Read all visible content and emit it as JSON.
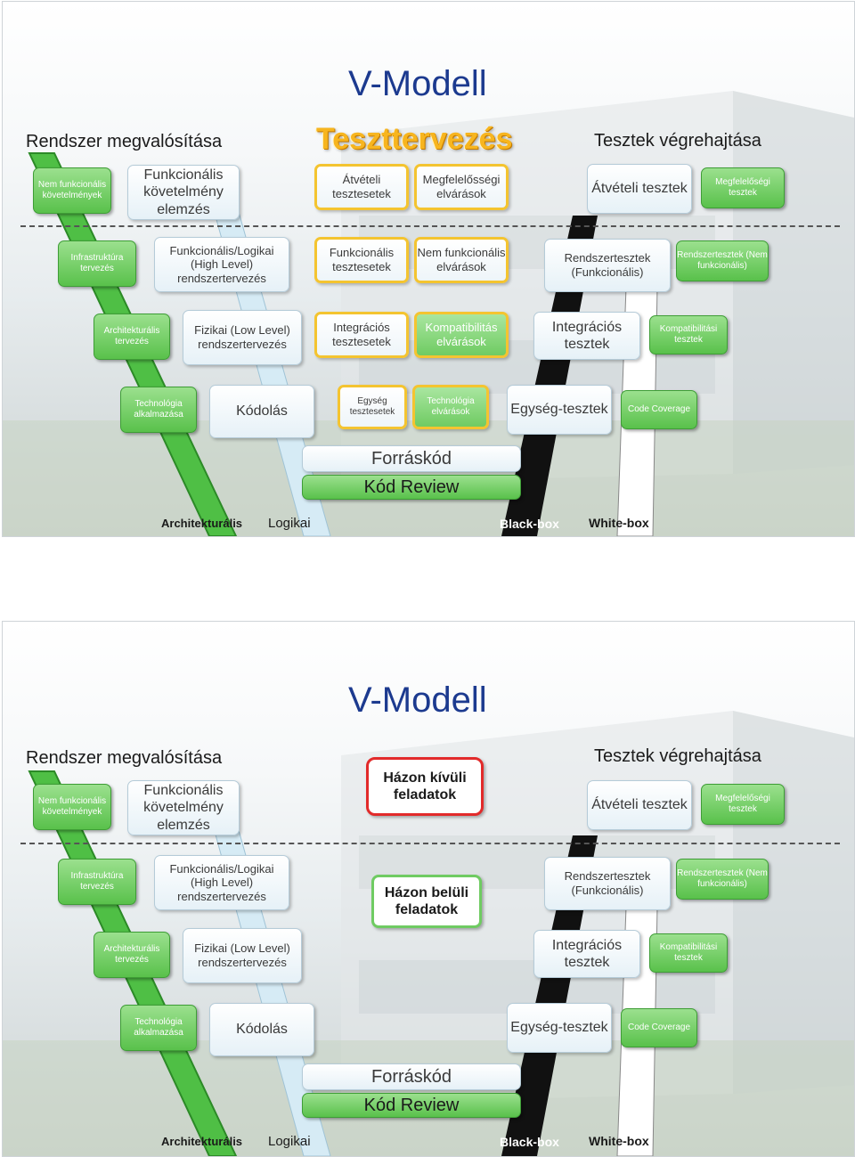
{
  "slide1": {
    "title": "V-Modell",
    "left_heading": "Rendszer megvalósítása",
    "center_heading": "Teszttervezés",
    "right_heading": "Tesztek végrehajtása",
    "left_col": [
      "Nem funkcionális követelmények",
      "Infrastruktúra tervezés",
      "Architekturális tervezés",
      "Technológia alkalmazása"
    ],
    "left_col2": [
      "Funkcionális követelmény elemzés",
      "Funkcionális/Logikai (High Level) rendszertervezés",
      "Fizikai (Low Level) rendszertervezés",
      "Kódolás"
    ],
    "mid_col1": [
      "Átvételi tesztesetek",
      "Funkcionális tesztesetek",
      "Integrációs tesztesetek",
      "Egység tesztesetek"
    ],
    "mid_col2": [
      "Megfelelősségi elvárások",
      "Nem funkcionális elvárások",
      "Kompatibilitás elvárások",
      "Technológia elvárások"
    ],
    "right_col1": [
      "Átvételi tesztek",
      "Rendszertesztek (Funkcionális)",
      "Integrációs tesztek",
      "Egység-tesztek"
    ],
    "right_col2": [
      "Megfelelőségi tesztek",
      "Rendszertesztek (Nem funkcionális)",
      "Kompatibilitási tesztek",
      "Code Coverage"
    ],
    "forraskod": "Forráskód",
    "kod_review": "Kód Review",
    "bottom_labels": [
      "Architekturális",
      "Logikai",
      "Black-box",
      "White-box"
    ]
  },
  "slide2": {
    "title": "V-Modell",
    "left_heading": "Rendszer megvalósítása",
    "right_heading": "Tesztek végrehajtása",
    "left_col": [
      "Nem funkcionális követelmények",
      "Infrastruktúra tervezés",
      "Architekturális tervezés",
      "Technológia alkalmazása"
    ],
    "left_col2": [
      "Funkcionális követelmény elemzés",
      "Funkcionális/Logikai (High Level) rendszertervezés",
      "Fizikai (Low Level) rendszertervezés",
      "Kódolás"
    ],
    "hazon_kivuli": "Házon kívüli feladatok",
    "hazon_beluli": "Házon belüli feladatok",
    "right_col1": [
      "Átvételi tesztek",
      "Rendszertesztek (Funkcionális)",
      "Integrációs tesztek",
      "Egység-tesztek"
    ],
    "right_col2": [
      "Megfelelőségi tesztek",
      "Rendszertesztek (Nem funkcionális)",
      "Kompatibilitási tesztek",
      "Code Coverage"
    ],
    "forraskod": "Forráskód",
    "kod_review": "Kód Review",
    "bottom_labels": [
      "Architekturális",
      "Logikai",
      "Black-box",
      "White-box"
    ]
  },
  "colors": {
    "green": "#59c14b",
    "light_blue": "#dcebf3",
    "yellow_border": "#f4c430",
    "red_border": "#e22a2a",
    "title_blue": "#1c3a8f",
    "orange_title": "#f7b51f"
  }
}
